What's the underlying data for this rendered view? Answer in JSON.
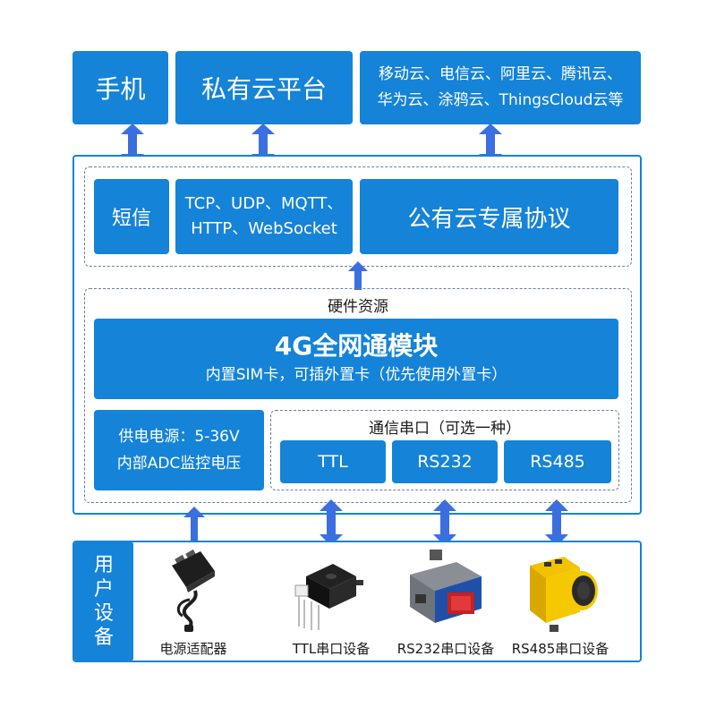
{
  "top": {
    "phone": "手机",
    "private_cloud": "私有云平台",
    "public_clouds_line1": "移动云、电信云、阿里云、腾讯云、",
    "public_clouds_line2": "华为云、涂鸦云、ThingsCloud云等"
  },
  "protocols": {
    "sms": "短信",
    "std_line1": "TCP、UDP、MQTT、",
    "std_line2": "HTTP、WebSocket",
    "public": "公有云专属协议"
  },
  "hardware": {
    "title": "硬件资源",
    "module_title": "4G全网通模块",
    "module_sub": "内置SIM卡，可插外置卡（优先使用外置卡）",
    "power_line1": "供电电源：5-36V",
    "power_line2": "内部ADC监控电压",
    "serial_title": "通信串口（可选一种）",
    "ports": [
      "TTL",
      "RS232",
      "RS485"
    ]
  },
  "devices": {
    "title_chars": [
      "用",
      "户",
      "设",
      "备"
    ],
    "items": [
      "电源适配器",
      "TTL串口设备",
      "RS232串口设备",
      "RS485串口设备"
    ]
  },
  "colors": {
    "primary": "#1583d8",
    "arrow": "#3b6fe0",
    "dash": "#6b7f94"
  }
}
